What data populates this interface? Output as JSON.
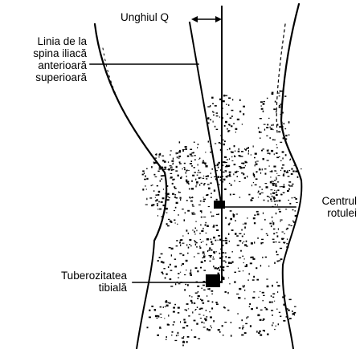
{
  "figure": {
    "title": "Unghiul Q",
    "labels": {
      "asis_line": [
        "Linia de la",
        "spina iliacă",
        "anterioară",
        "superioară"
      ],
      "patella_center": [
        "Centrul",
        "rotulei"
      ],
      "tibial_tuberosity": [
        "Tuberozitatea",
        "tibială"
      ]
    },
    "colors": {
      "ink": "#000000",
      "background": "#ffffff"
    }
  }
}
